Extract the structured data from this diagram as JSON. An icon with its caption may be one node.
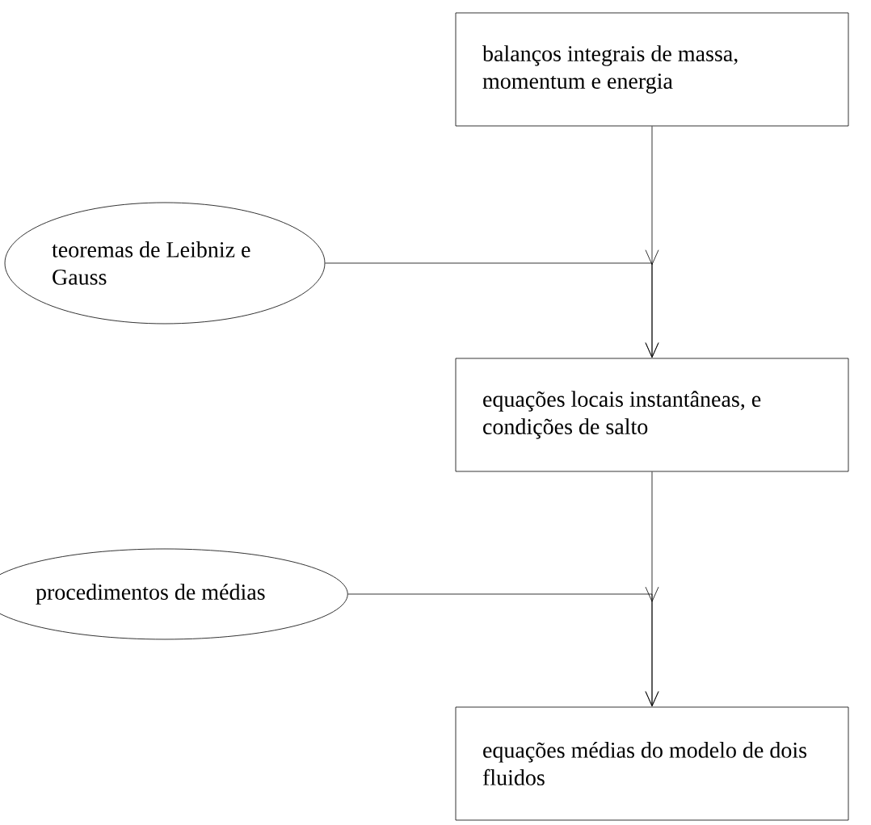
{
  "diagram": {
    "nodes": [
      {
        "text": [
          "balanços integrais de massa, momentum e energia"
        ]
      },
      {
        "text": [
          "teoremas de Leibniz e Gauss"
        ]
      },
      {
        "text": [
          "equações locais instantâneas, e condições de salto"
        ]
      },
      {
        "text": [
          "procedimentos de médias"
        ]
      },
      {
        "text": [
          "equações médias do modelo de dois fluidos"
        ]
      }
    ],
    "edges": [
      {
        "from": 0,
        "to": 2,
        "arrow": "to"
      },
      {
        "from": 1,
        "to": 2,
        "arrow": "to"
      },
      {
        "from": 2,
        "to": 4,
        "arrow": "to"
      },
      {
        "from": 3,
        "to": 4,
        "arrow": "to"
      }
    ]
  }
}
